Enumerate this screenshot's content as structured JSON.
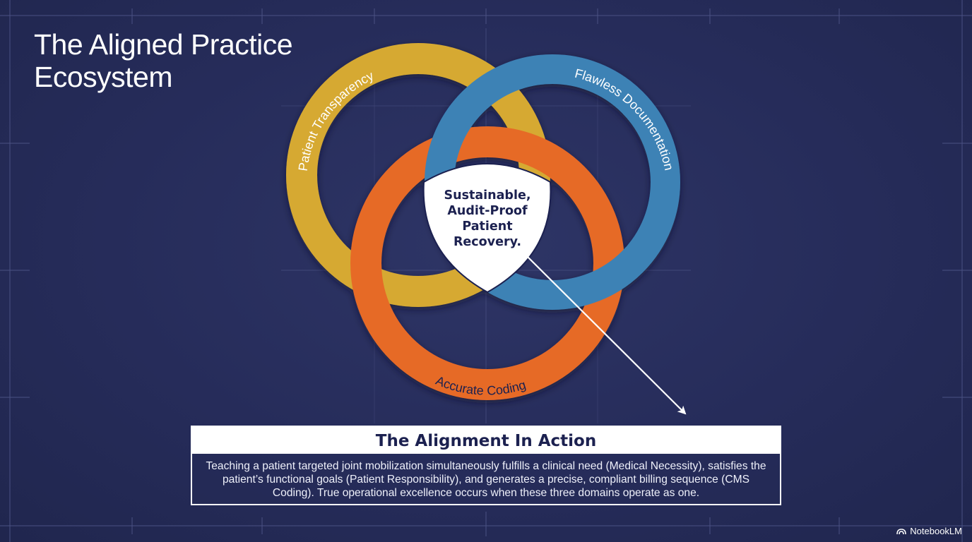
{
  "title": {
    "line1": "The Aligned Practice",
    "line2": "Ecosystem"
  },
  "rings": {
    "transparency": {
      "label": "Patient Transparency",
      "color": "#d6a931"
    },
    "documentation": {
      "label": "Flawless Documentation",
      "color": "#3d82b5"
    },
    "coding": {
      "label": "Accurate Coding",
      "color": "#e66a28"
    }
  },
  "center": {
    "line1": "Sustainable,",
    "line2": "Audit-Proof",
    "line3": "Patient",
    "line4": "Recovery."
  },
  "info_box": {
    "heading": "The Alignment In Action",
    "body": "Teaching a patient targeted joint mobilization simultaneously fulfills a clinical need (Medical Necessity), satisfies the patient’s functional goals (Patient Responsibility), and generates a precise, compliant billing sequence (CMS Coding). True operational excellence occurs when these three domains operate as one."
  },
  "brand": {
    "label": "NotebookLM",
    "icon": "notebooklm-logo-icon"
  },
  "colors": {
    "background": "#262c5a",
    "text_dark": "#1c2150",
    "grid": "#4a5183"
  }
}
